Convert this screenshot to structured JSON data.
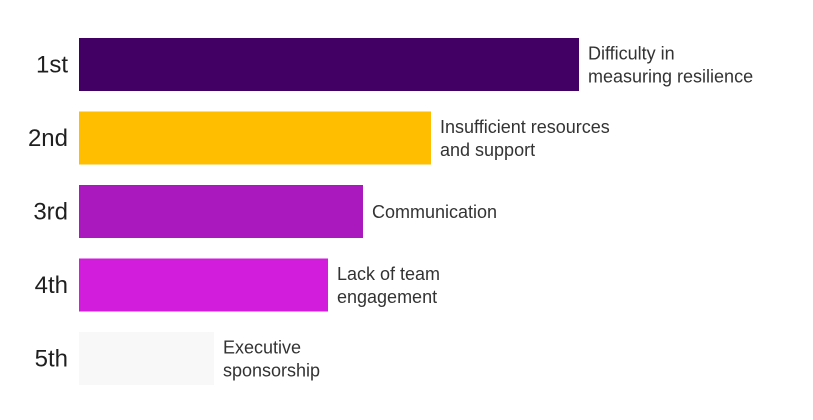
{
  "chart_data": {
    "type": "bar",
    "orientation": "horizontal",
    "categories": [
      "1st",
      "2nd",
      "3rd",
      "4th",
      "5th"
    ],
    "labels": [
      [
        "Difficulty in",
        "measuring resilience"
      ],
      [
        "Insufficient resources",
        "and support"
      ],
      [
        "Communication"
      ],
      [
        "Lack of team",
        "engagement"
      ],
      [
        "Executive",
        "sponsorship"
      ]
    ],
    "values": [
      100,
      70.4,
      56.8,
      49.8,
      27
    ],
    "colors": [
      "#430064",
      "#FFBE00",
      "#AA19BE",
      "#D21EDC",
      "#F8F8F8"
    ],
    "xlim": [
      0,
      100
    ],
    "grid": false,
    "legend": "none",
    "title": "",
    "xlabel": "",
    "ylabel": ""
  }
}
